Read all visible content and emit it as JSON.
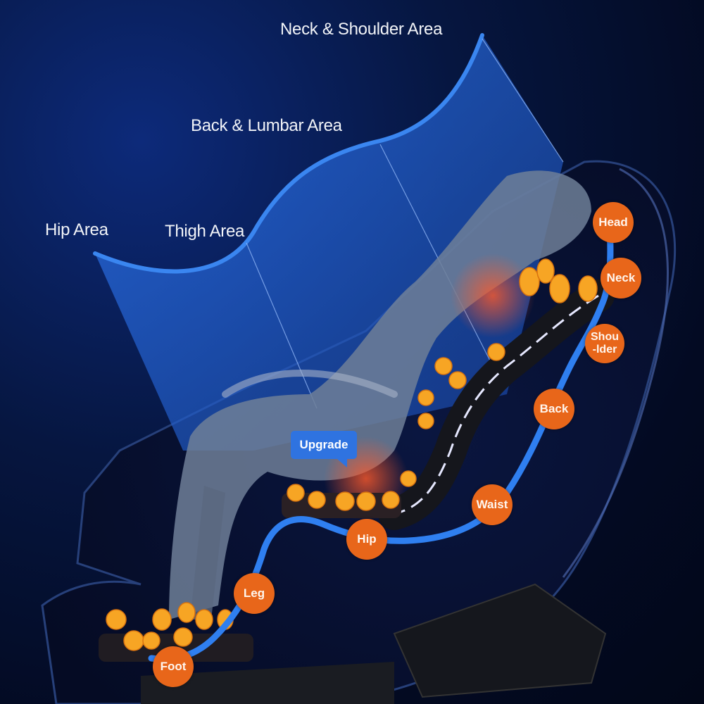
{
  "area_labels": {
    "neck_shoulder": "Neck & Shoulder Area",
    "back_lumbar": "Back & Lumbar Area",
    "hip": "Hip Area",
    "thigh": "Thigh Area"
  },
  "callout": {
    "upgrade": "Upgrade"
  },
  "points": [
    {
      "label": "Head"
    },
    {
      "label": "Neck"
    },
    {
      "label": "Shou\n-lder"
    },
    {
      "label": "Back"
    },
    {
      "label": "Waist"
    },
    {
      "label": "Hip"
    },
    {
      "label": "Leg"
    },
    {
      "label": "Foot"
    }
  ],
  "colors": {
    "badge": "#e8661a",
    "track_line": "#2f7ff0",
    "panel": "#1e5fd0",
    "background": "#061640"
  }
}
